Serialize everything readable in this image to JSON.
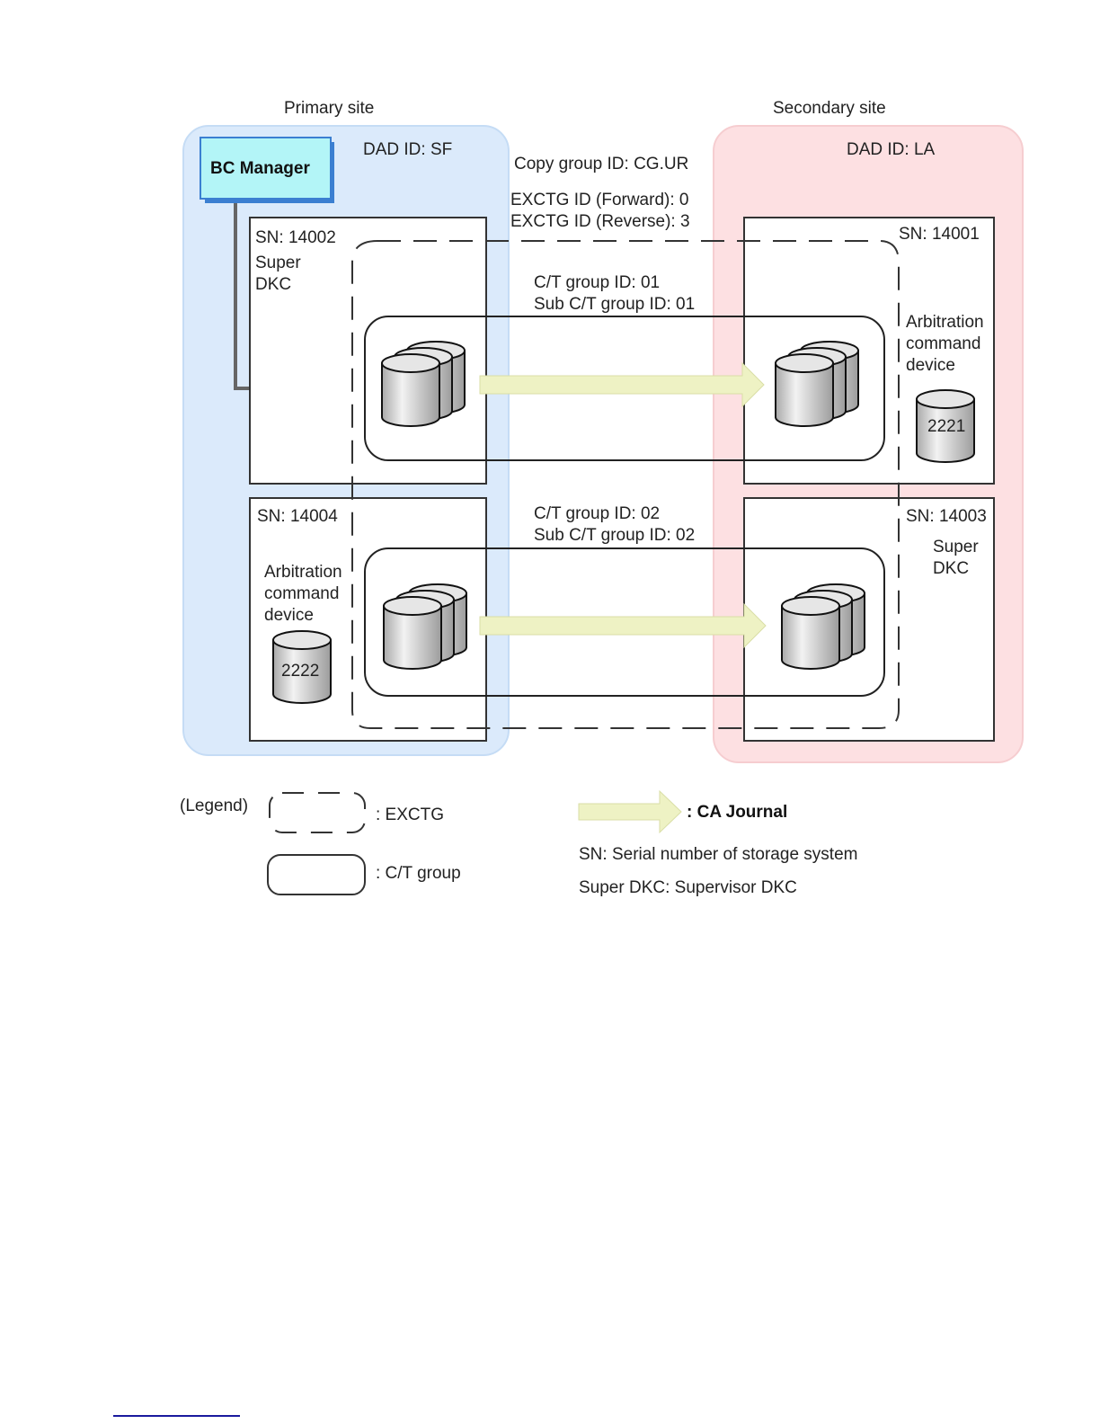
{
  "sites": {
    "primary": {
      "label": "Primary site",
      "dad_id": "DAD ID: SF",
      "color": "#dbeafb",
      "border": "#c5dcf5"
    },
    "secondary": {
      "label": "Secondary site",
      "dad_id": "DAD ID: LA",
      "color": "#fde0e2",
      "border": "#f6cdd0"
    }
  },
  "bc_manager": {
    "label": "BC Manager",
    "color": "#b3f5f7",
    "shadow": "#3b7fd1"
  },
  "copy_group": {
    "id": "Copy group ID: CG.UR",
    "exctg_forward": "EXCTG ID (Forward): 0",
    "exctg_reverse": "EXCTG ID (Reverse): 3"
  },
  "storage_systems": [
    {
      "sn": "SN: 14002",
      "role_line1": "Super",
      "role_line2": "DKC"
    },
    {
      "sn": "SN: 14004",
      "arb_line1": "Arbitration",
      "arb_line2": "command",
      "arb_line3": "device",
      "arb_volume": "2222"
    },
    {
      "sn": "SN: 14001",
      "arb_line1": "Arbitration",
      "arb_line2": "command",
      "arb_line3": "device",
      "arb_volume": "2221"
    },
    {
      "sn": "SN: 14003",
      "role_line1": "Super",
      "role_line2": "DKC"
    }
  ],
  "ct_groups": [
    {
      "id": "C/T group ID: 01",
      "sub_id": "Sub C/T group ID: 01"
    },
    {
      "id": "C/T group ID: 02",
      "sub_id": "Sub C/T group ID: 02"
    }
  ],
  "arrow_color": "#eef2c4",
  "legend": {
    "title": "(Legend)",
    "exctg": ": EXCTG",
    "ct_group": ": C/T group",
    "ca_journal": ": CA Journal",
    "sn_note": "SN: Serial number of storage system",
    "super_dkc_note": "Super DKC: Supervisor DKC"
  }
}
